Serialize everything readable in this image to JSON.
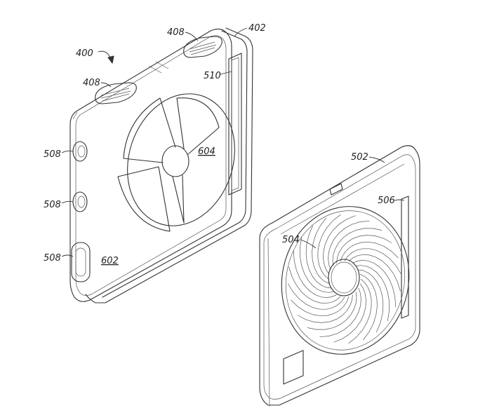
{
  "figure": {
    "ref_device": "400",
    "ref_housing": "402",
    "ref_button_top_right": "408",
    "ref_button_top_left": "408",
    "ref_slot": "510",
    "ref_rotor": "604",
    "ref_jack_1": "508",
    "ref_jack_2": "508",
    "ref_jack_3": "508",
    "ref_front_panel": "602",
    "ref_back_cover": "502",
    "ref_fan": "504",
    "ref_cover_slot": "506"
  },
  "colors": {
    "line": "#333333",
    "background": "#ffffff"
  }
}
